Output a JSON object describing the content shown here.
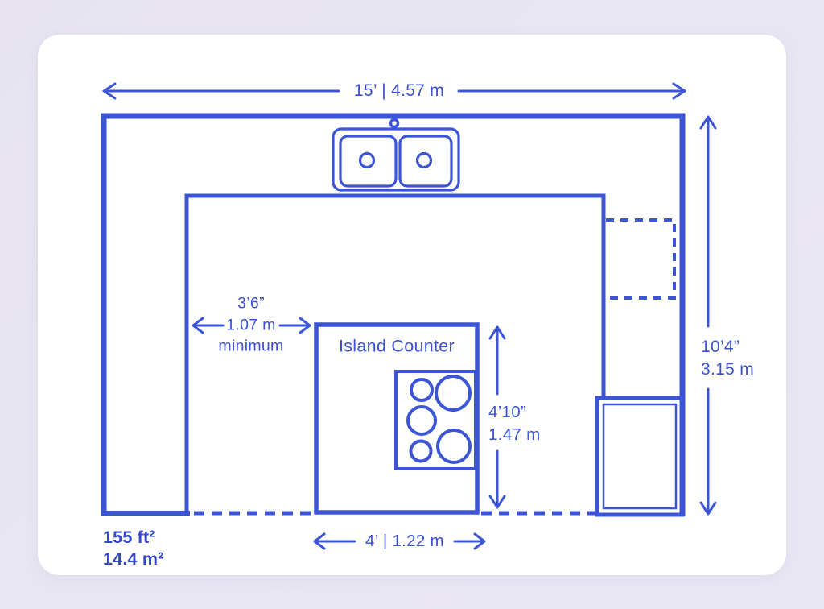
{
  "theme": {
    "background": "#e9e6f3",
    "card_background": "#ffffff",
    "line_color": "#3c55d6",
    "text_color": "#3b51d3",
    "area_text_color": "#3346cd"
  },
  "diagram": {
    "overall_width_label": "15’ | 4.57 m",
    "overall_depth_imperial": "10’4”",
    "overall_depth_metric": "3.15 m",
    "clearance_imperial": "3’6”",
    "clearance_metric": "1.07 m",
    "clearance_note": "minimum",
    "island_label": "Island Counter",
    "island_depth_imperial": "4’10”",
    "island_depth_metric": "1.47 m",
    "island_width_label": "4’ | 1.22 m",
    "area_imperial": "155 ft²",
    "area_metric": "14.4 m²"
  }
}
